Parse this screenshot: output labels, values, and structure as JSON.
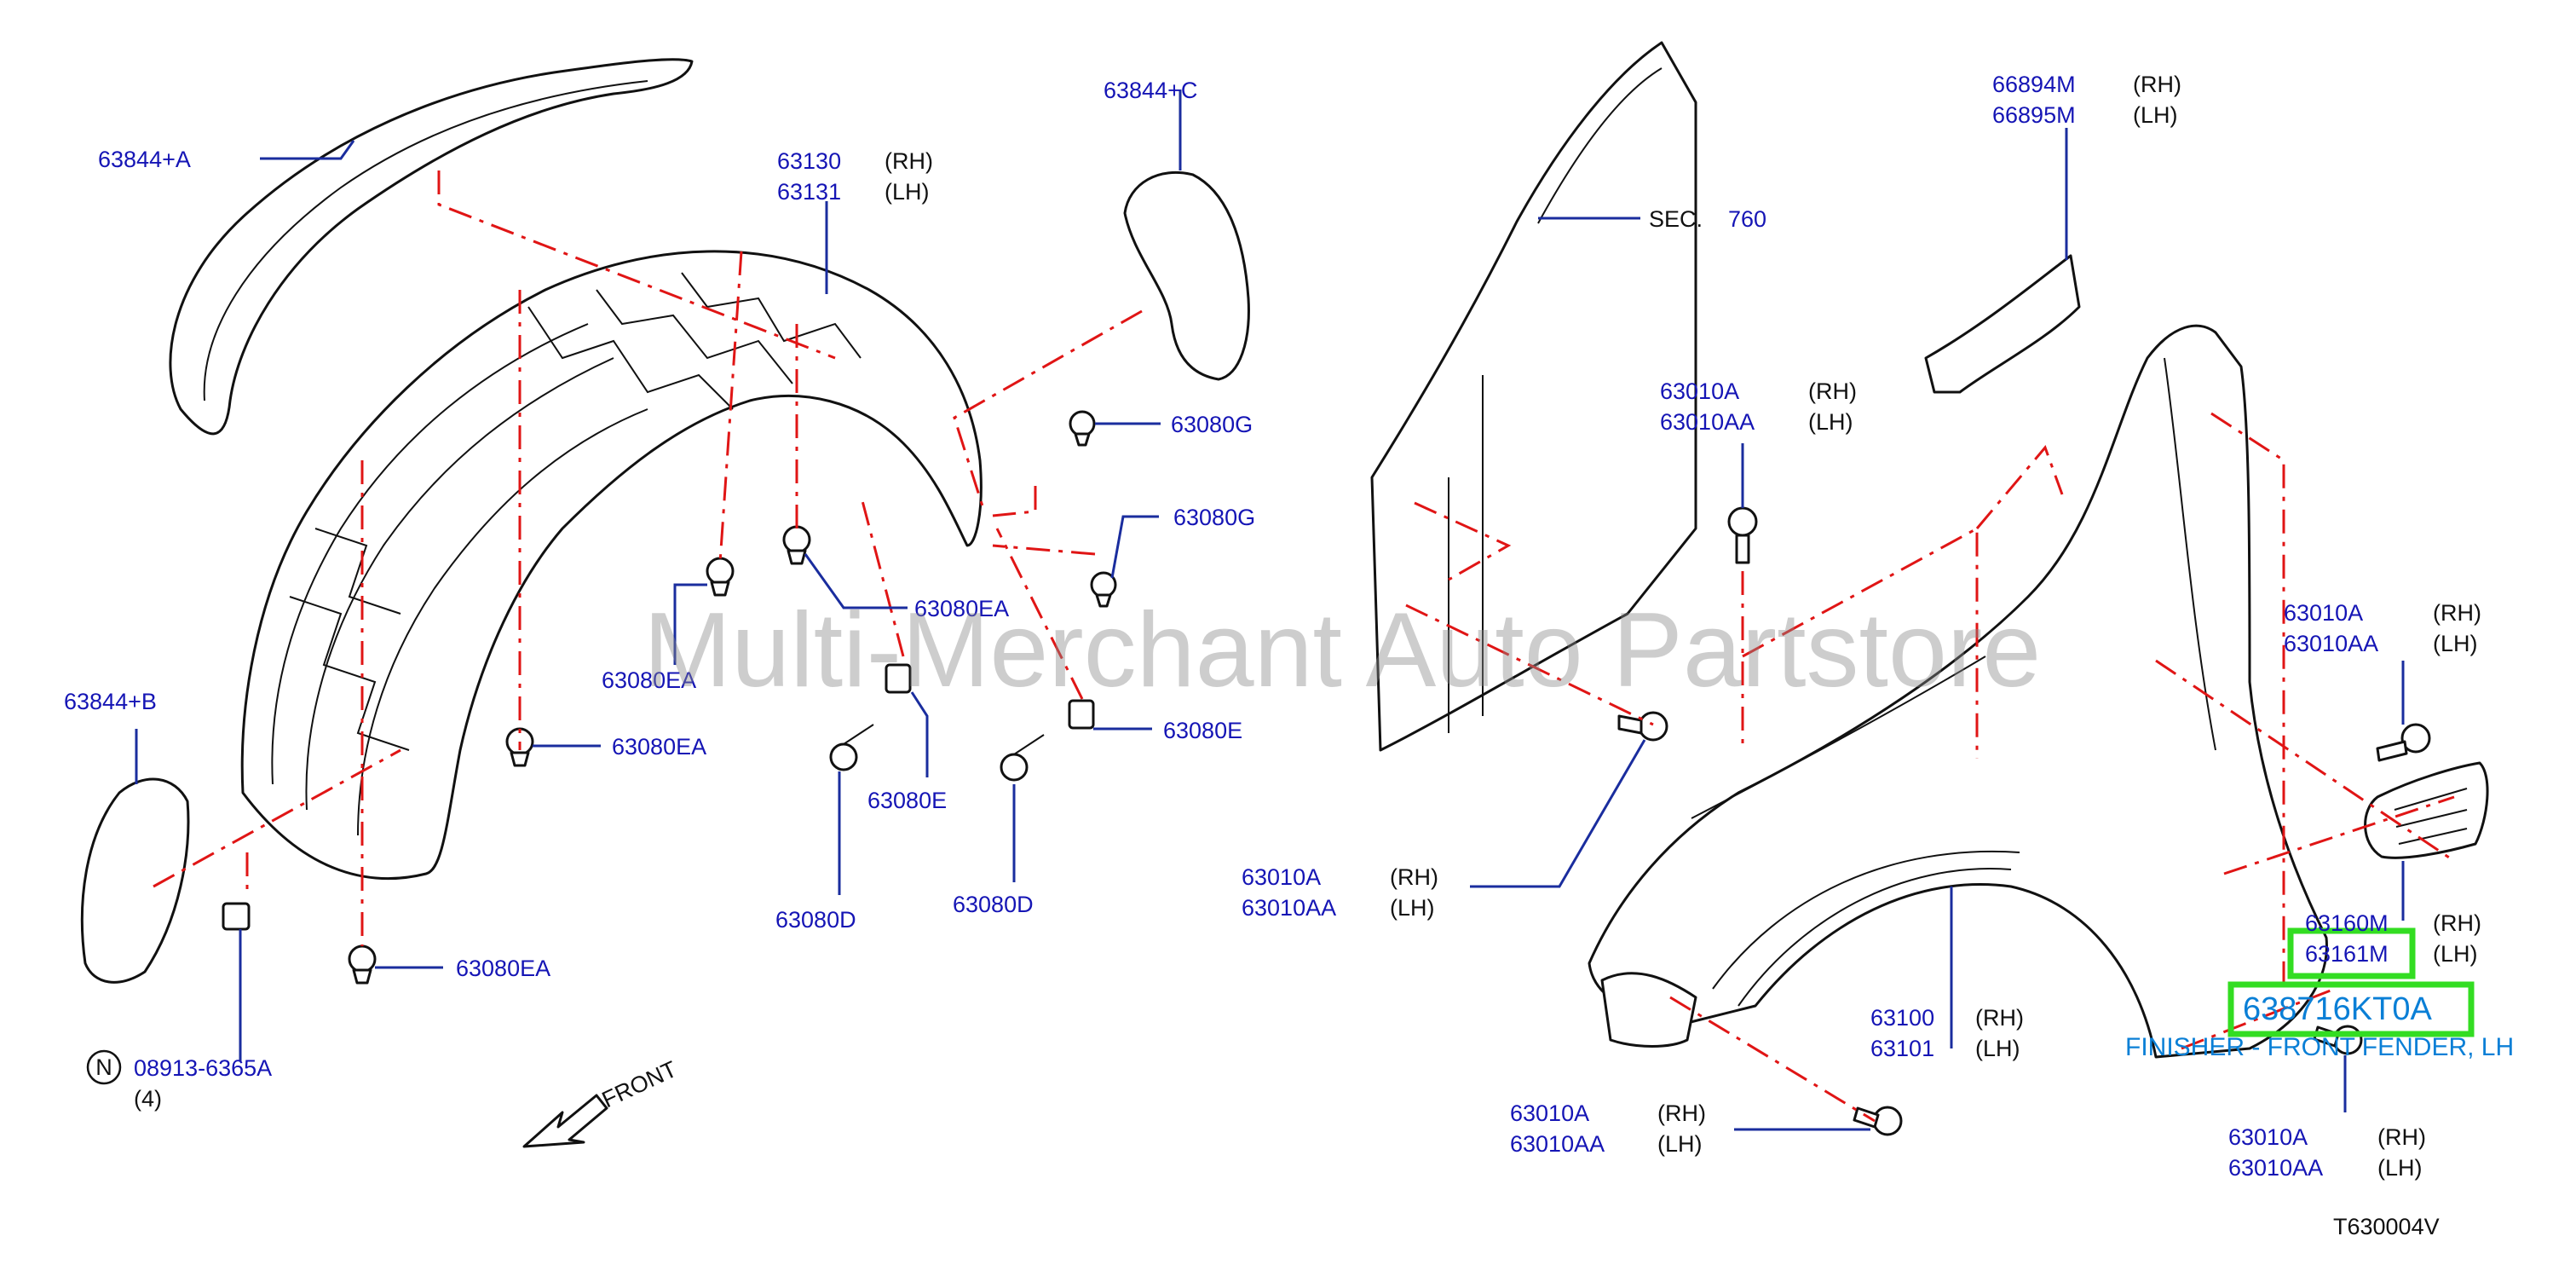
{
  "watermark": "Multi-Merchant Auto Partstore",
  "diagram_code": "T630004V",
  "front_label": "FRONT",
  "sec_label": "SEC.",
  "sec_number": "760",
  "rh": "(RH)",
  "lh": "(LH)",
  "labels": {
    "p63844a": "63844+A",
    "p63844b": "63844+B",
    "p63844c": "63844+C",
    "p63130": "63130",
    "p63131": "63131",
    "p63080g1": "63080G",
    "p63080g2": "63080G",
    "p63080ea1": "63080EA",
    "p63080ea2": "63080EA",
    "p63080ea3": "63080EA",
    "p63080ea4": "63080EA",
    "p63080e1": "63080E",
    "p63080e2": "63080E",
    "p63080d1": "63080D",
    "p63080d2": "63080D",
    "p08913": "08913-6365A",
    "qty08913": "(4)",
    "p66894m": "66894M",
    "p66895m": "66895M",
    "p63010a_1": "63010A",
    "p63010aa_1": "63010AA",
    "p63010a_2": "63010A",
    "p63010aa_2": "63010AA",
    "p63010a_3": "63010A",
    "p63010aa_3": "63010AA",
    "p63010a_4": "63010A",
    "p63010aa_4": "63010AA",
    "p63010a_5": "63010A",
    "p63010aa_5": "63010AA",
    "p63160m": "63160M",
    "p63161m": "63161M",
    "p63100": "63100",
    "p63101": "63101",
    "highlight_part": "638716KT0A",
    "highlight_desc": "FINISHER - FRONT FENDER, LH",
    "n_symbol": "N"
  },
  "colors": {
    "part_number": "#1515b5",
    "leader": "#1a2d9e",
    "phantom_line": "#e01515",
    "highlight_box": "#33dd22",
    "highlight_text": "#0a7fd6"
  }
}
